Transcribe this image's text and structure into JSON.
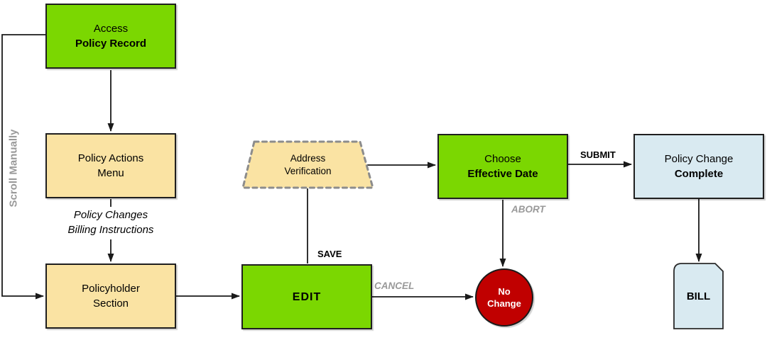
{
  "title": "Policy change workflow flowchart",
  "colors": {
    "green": "#7BD701",
    "tan": "#FAE3A3",
    "blue": "#D9EAF1",
    "red": "#C00000",
    "label_gray": "#999999",
    "dash_gray": "#8C8C8C",
    "line": "#1A1A1A"
  },
  "nodes": {
    "access_policy_record": {
      "line1": "Access",
      "line2": "Policy Record"
    },
    "policy_actions_menu": {
      "line1": "Policy Actions",
      "line2": "Menu"
    },
    "policyholder_section": {
      "line1": "Policyholder",
      "line2": "Section"
    },
    "address_verification": {
      "line1": "Address",
      "line2": "Verification"
    },
    "edit": {
      "label": "EDIT"
    },
    "choose_effective_date": {
      "line1": "Choose",
      "line2": "Effective Date"
    },
    "policy_change_complete": {
      "line1": "Policy Change",
      "line2": "Complete"
    },
    "no_change": {
      "line1": "No",
      "line2": "Change"
    },
    "bill": {
      "label": "BILL"
    }
  },
  "edge_labels": {
    "scroll_manually": "Scroll Manually",
    "menu_option_line1": "Policy Changes",
    "menu_option_line2": "Billing Instructions",
    "save": "SAVE",
    "submit": "SUBMIT",
    "cancel": "CANCEL",
    "abort": "ABORT"
  }
}
